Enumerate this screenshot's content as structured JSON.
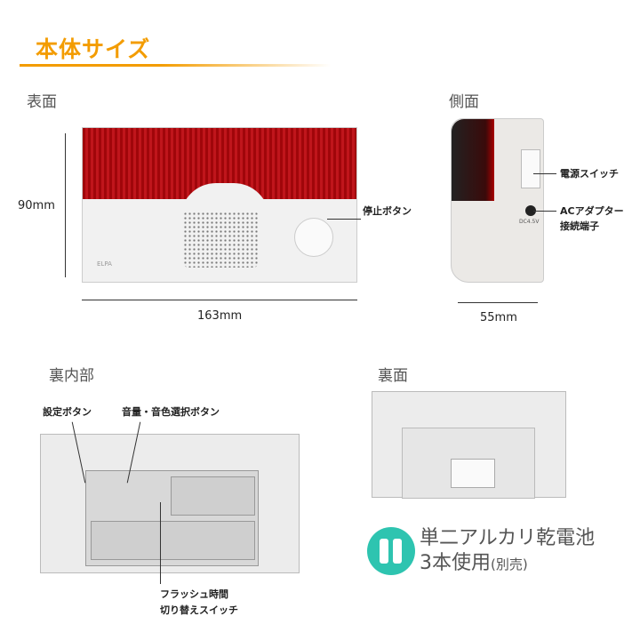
{
  "title": "本体サイズ",
  "accent": "#f39c00",
  "front": {
    "heading": "表面",
    "height": "90mm",
    "width": "163mm",
    "stop_button": "停止ボタン",
    "logo": "ELPA"
  },
  "side": {
    "heading": "側面",
    "depth": "55mm",
    "power_switch": "電源スイッチ",
    "ac_line1": "ACアダプター",
    "ac_line2": "接続端子",
    "dc": "DC4.5V"
  },
  "inner": {
    "heading": "裏内部",
    "settings_button": "設定ボタン",
    "volume_button": "音量・音色選択ボタン",
    "flash_line1": "フラッシュ時間",
    "flash_line2": "切り替えスイッチ"
  },
  "back": {
    "heading": "裏面"
  },
  "battery": {
    "icon": "battery-icon",
    "color": "#2ec4b0",
    "line1": "単二アルカリ乾電池",
    "line2": "3本使用",
    "note": "(別売)"
  }
}
